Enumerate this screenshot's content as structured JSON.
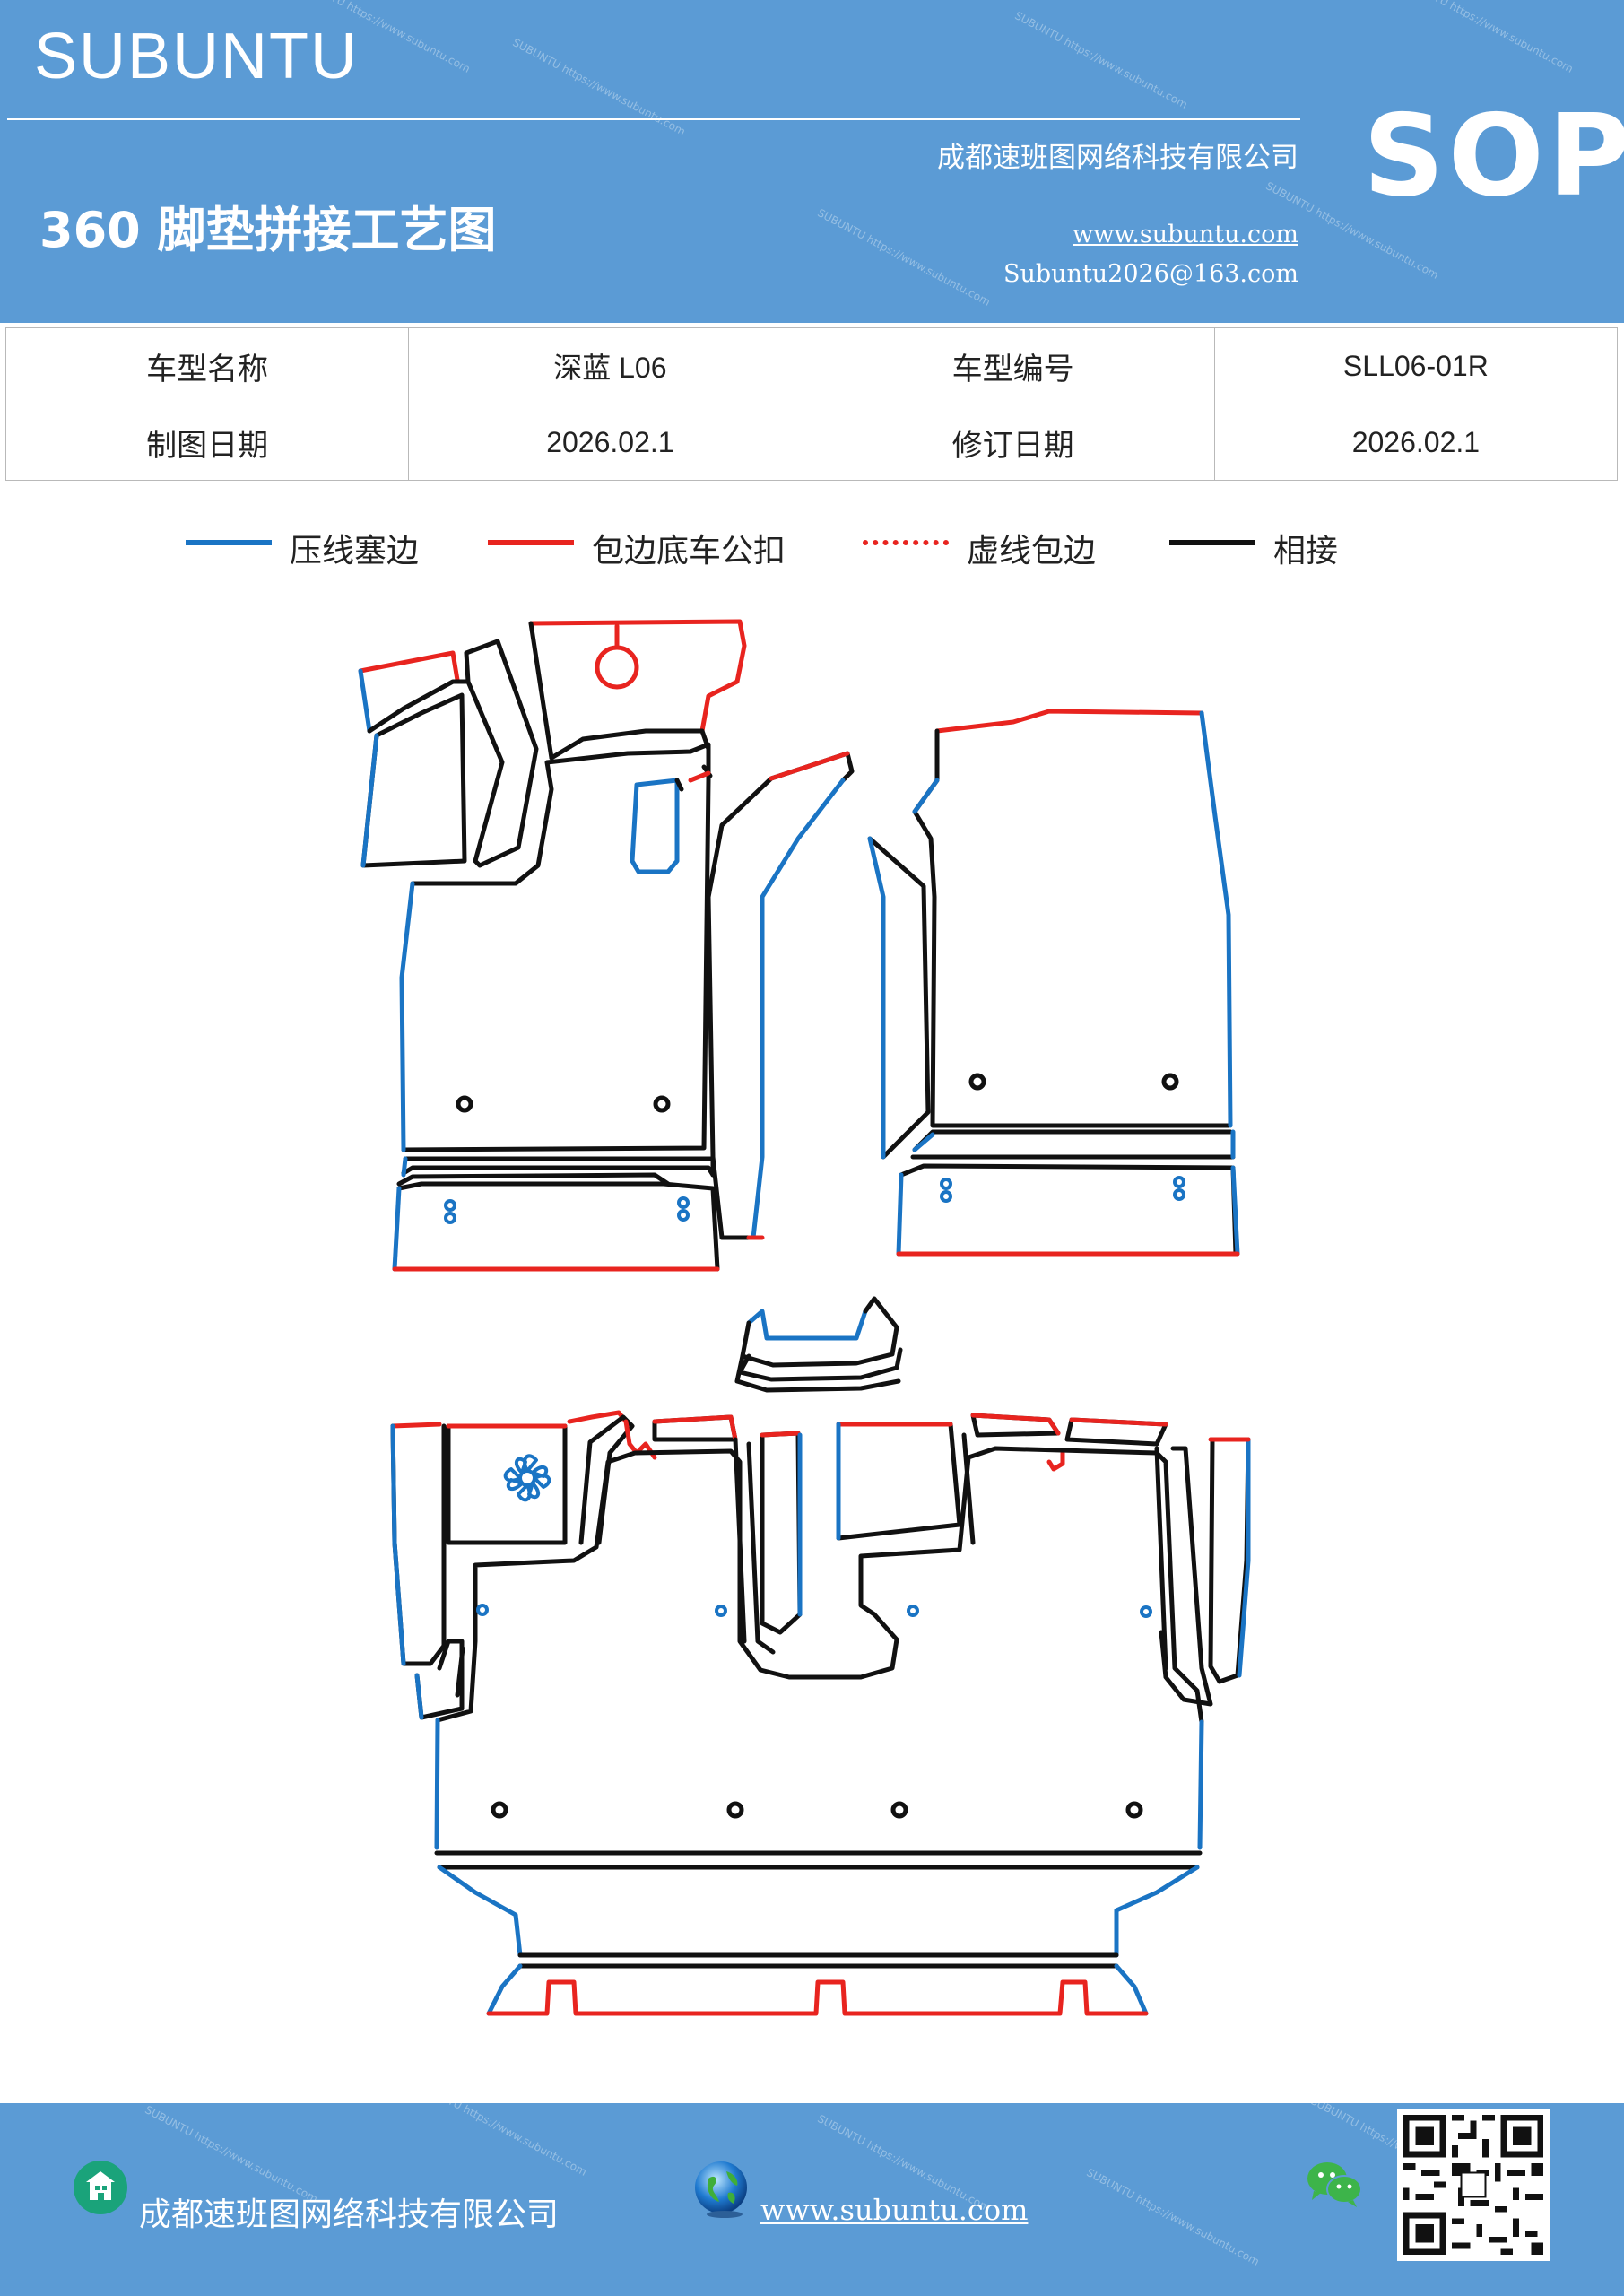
{
  "header": {
    "brand": "SUBUNTU",
    "title": "360 脚垫拼接工艺图",
    "company": "成都速班图网络科技有限公司",
    "website": "www.subuntu.com",
    "email": "Subuntu2026@163.com",
    "tag": "SOP"
  },
  "info_table": {
    "rows": [
      [
        "车型名称",
        "深蓝 L06",
        "车型编号",
        "SLL06-01R"
      ],
      [
        "制图日期",
        "2026.02.1",
        "修订日期",
        "2026.02.1"
      ]
    ]
  },
  "legend": [
    {
      "label": "压线塞边",
      "color": "#1a74c4",
      "style": "solid"
    },
    {
      "label": "包边底车公扣",
      "color": "#e8241f",
      "style": "solid"
    },
    {
      "label": "虚线包边",
      "color": "#e8241f",
      "style": "dotted"
    },
    {
      "label": "相接",
      "color": "#111111",
      "style": "solid"
    }
  ],
  "colors": {
    "header_bg": "#5b9bd5",
    "press_line": "#1a74c4",
    "hem_line": "#e8241f",
    "join_line": "#111111"
  },
  "footer": {
    "company": "成都速班图网络科技有限公司",
    "website": "www.subuntu.com",
    "icons": [
      "building-icon",
      "globe-icon",
      "wechat-icon",
      "qr-code"
    ]
  }
}
